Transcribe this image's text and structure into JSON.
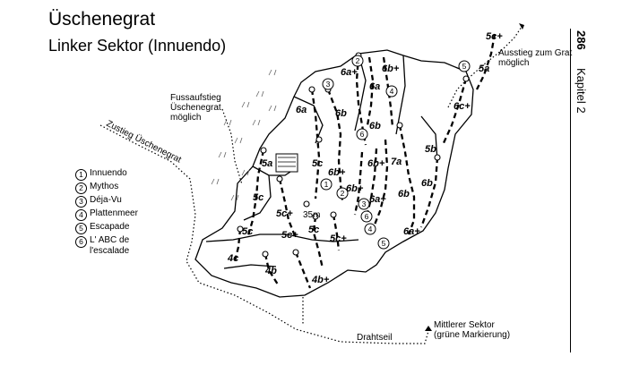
{
  "header": {
    "title": "Üschenegrat",
    "subtitle": "Linker Sektor (Innuendo)"
  },
  "side": {
    "page": "286",
    "chapter": "Kapitel 2"
  },
  "legend": [
    {
      "num": "1",
      "name": "Innuendo"
    },
    {
      "num": "2",
      "name": "Mythos"
    },
    {
      "num": "3",
      "name": "Déja-Vu"
    },
    {
      "num": "4",
      "name": "Plattenmeer"
    },
    {
      "num": "5",
      "name": "Escapade"
    },
    {
      "num": "6",
      "name": "L' ABC de\nl'escalade"
    }
  ],
  "labels": {
    "fussaufstieg": "Fussaufstieg\nÜschenegrat\nmöglich",
    "zustieg": "Zustieg Üschenegrat",
    "ausstieg": "Ausstieg zum Grat\nmöglich",
    "drahtseil": "Drahtseil",
    "mittlerer": "Mittlerer Sektor\n(grüne Markierung)",
    "meter": "35m"
  },
  "grades": [
    {
      "id": "g1",
      "text": "5c+"
    },
    {
      "id": "g2",
      "text": "5a"
    },
    {
      "id": "g3",
      "text": "6c+"
    },
    {
      "id": "g4",
      "text": "6a+"
    },
    {
      "id": "g5",
      "text": "6b+"
    },
    {
      "id": "g6",
      "text": "6a"
    },
    {
      "id": "g7",
      "text": "6b"
    },
    {
      "id": "g8",
      "text": "6b"
    },
    {
      "id": "g9",
      "text": "5b"
    },
    {
      "id": "g10",
      "text": "5c"
    },
    {
      "id": "g11",
      "text": "6b+"
    },
    {
      "id": "g12",
      "text": "5a"
    },
    {
      "id": "g13",
      "text": "6b+"
    },
    {
      "id": "g14",
      "text": "6a+"
    },
    {
      "id": "g15",
      "text": "7a"
    },
    {
      "id": "g16",
      "text": "6b"
    },
    {
      "id": "g17",
      "text": "6b"
    },
    {
      "id": "g18",
      "text": "5c"
    },
    {
      "id": "g19",
      "text": "5c+"
    },
    {
      "id": "g20",
      "text": "5c"
    },
    {
      "id": "g21",
      "text": "5c+"
    },
    {
      "id": "g22",
      "text": "5c"
    },
    {
      "id": "g23",
      "text": "5c+"
    },
    {
      "id": "g24",
      "text": "6a+"
    },
    {
      "id": "g25",
      "text": "4c"
    },
    {
      "id": "g26",
      "text": "4b"
    },
    {
      "id": "g27",
      "text": "4b+"
    },
    {
      "id": "g28",
      "text": "6a"
    },
    {
      "id": "g29",
      "text": "6b+"
    }
  ],
  "route_markers": [
    {
      "id": "m1",
      "num": "5"
    },
    {
      "id": "m2",
      "num": "2"
    },
    {
      "id": "m3",
      "num": "3"
    },
    {
      "id": "m4",
      "num": "4"
    },
    {
      "id": "m5",
      "num": "6"
    },
    {
      "id": "m6",
      "num": "1"
    },
    {
      "id": "m7",
      "num": "2"
    },
    {
      "id": "m8",
      "num": "3"
    },
    {
      "id": "m9",
      "num": "6"
    },
    {
      "id": "m10",
      "num": "4"
    },
    {
      "id": "m11",
      "num": "5"
    }
  ]
}
